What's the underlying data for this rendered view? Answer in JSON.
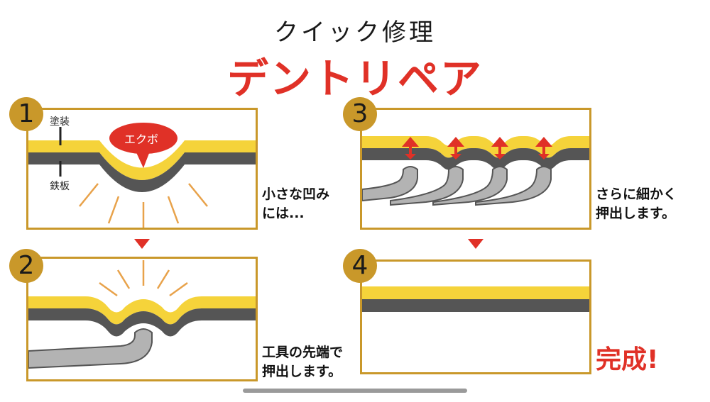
{
  "title": {
    "small": "クイック修理",
    "big": "デントリペア"
  },
  "steps": [
    {
      "number": "1",
      "caption_lines": [
        "小さな凹み",
        "には..."
      ],
      "labels": {
        "paint": "塗装",
        "steel": "鉄板",
        "dent": "エクボ"
      }
    },
    {
      "number": "2",
      "caption_lines": [
        "工具の先端で",
        "押出します。"
      ]
    },
    {
      "number": "3",
      "caption_lines": [
        "さらに細かく",
        "押出します。"
      ]
    },
    {
      "number": "4",
      "completion": "完成!"
    }
  ],
  "colors": {
    "accent_red": "#e03127",
    "panel_border_gold": "#c9982a",
    "paint_yellow": "#f5d33a",
    "steel_gray": "#555555",
    "tool_gray": "#b3b3b3",
    "ray_orange": "#e8a24a"
  }
}
